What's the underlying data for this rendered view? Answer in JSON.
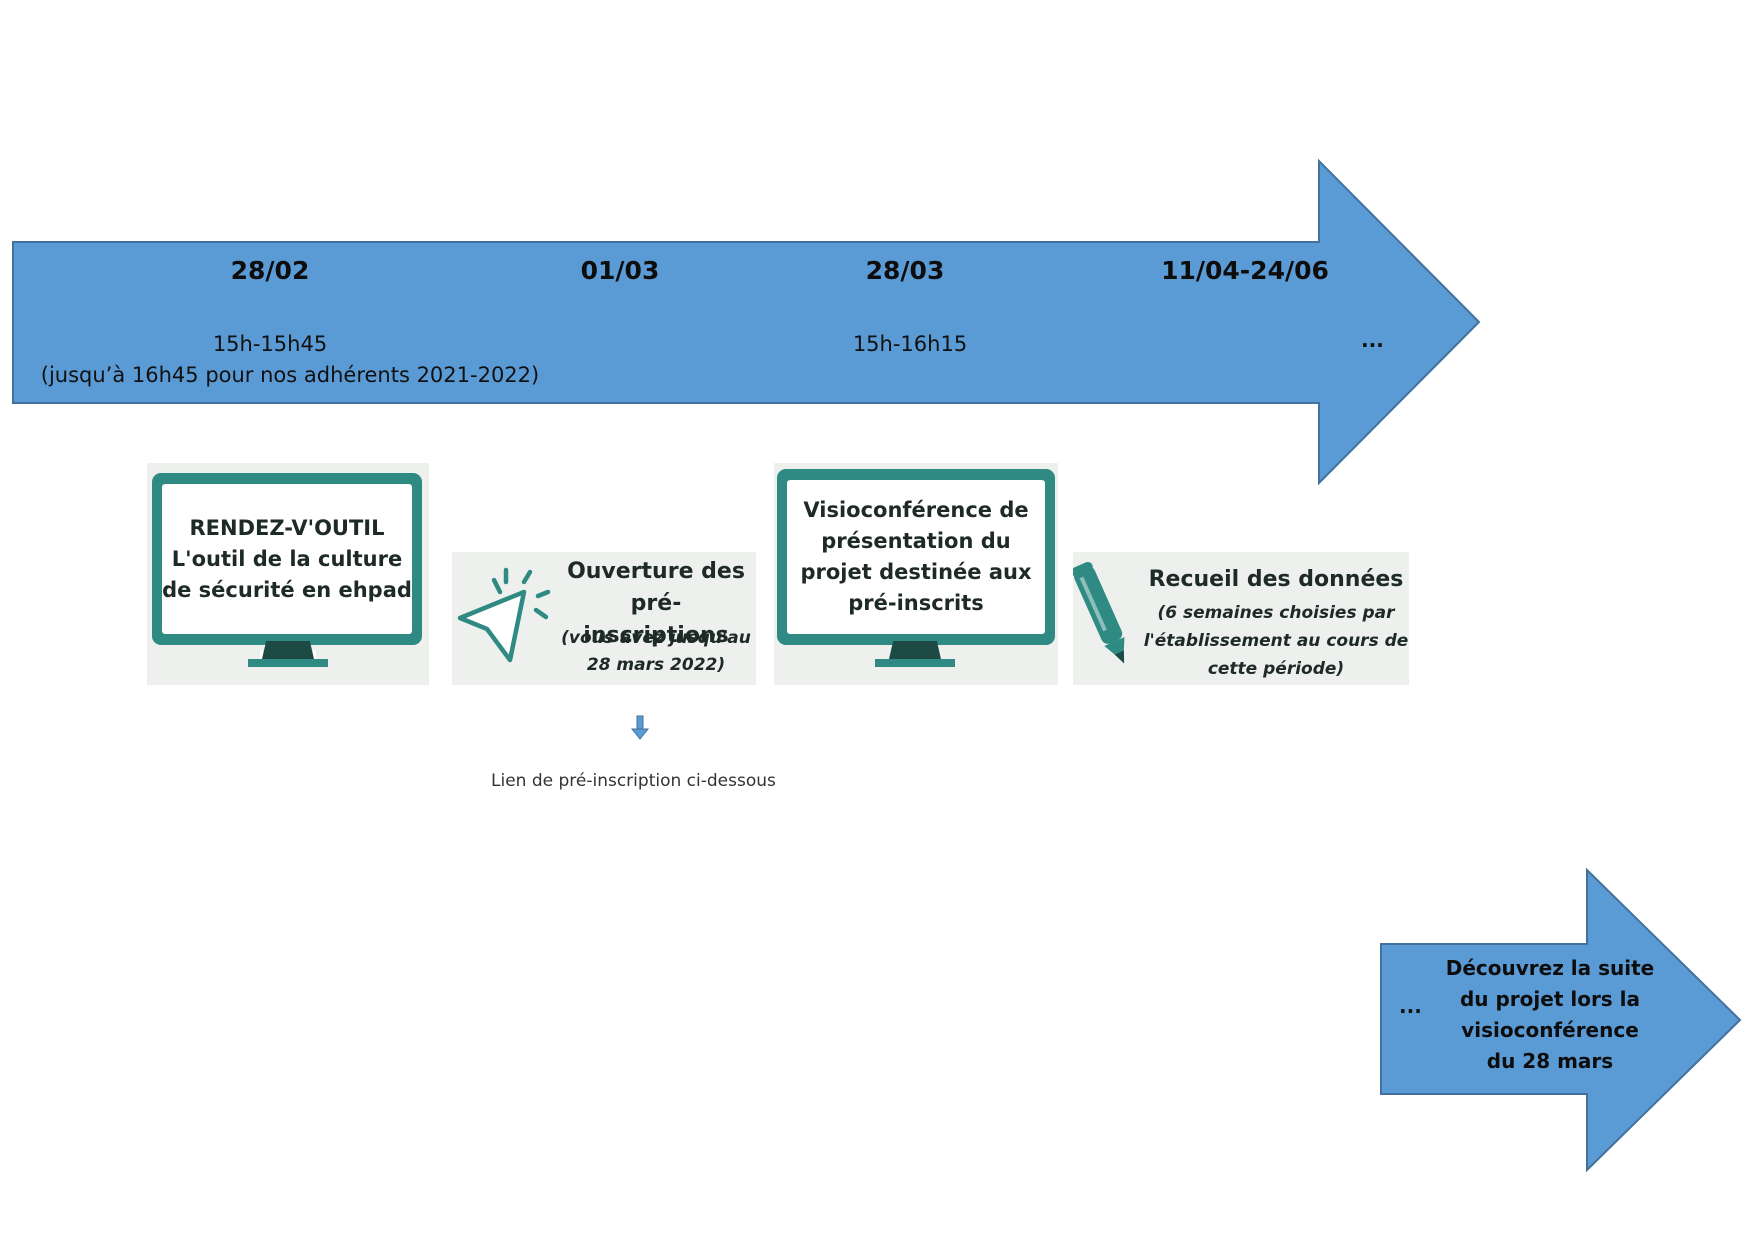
{
  "colors": {
    "arrow_fill": "#5b9bd5",
    "arrow_stroke": "#41719c",
    "teal": "#2f8a83",
    "dark_teal": "#1d4a45",
    "card_bg": "#eef0ee"
  },
  "timeline": {
    "dates": [
      "28/02",
      "01/03",
      "28/03",
      "11/04-24/06"
    ],
    "time_1a": "15h-15h45",
    "time_1b": "(jusqu’à 16h45 pour nos adhérents 2021-2022)",
    "time_3": "15h-16h15",
    "ellipsis": "..."
  },
  "cards": {
    "card1": {
      "icon": "monitor-icon",
      "line1": "RENDEZ-V'OUTIL",
      "line2": "L'outil de la culture",
      "line3": "de sécurité en ehpad"
    },
    "card2": {
      "icon": "cursor-click-icon",
      "title1": "Ouverture des",
      "title2": "pré-inscriptions",
      "note1": "(vous avez jusqu'au",
      "note2": "28 mars 2022)"
    },
    "card3": {
      "icon": "monitor-icon",
      "line1": "Visioconférence de",
      "line2": "présentation du",
      "line3": "projet destinée aux",
      "line4": "pré-inscrits"
    },
    "card4": {
      "icon": "pen-icon",
      "title": "Recueil des données",
      "note1": "(6 semaines choisies par",
      "note2": "l'établissement au cours de",
      "note3": "cette période)"
    }
  },
  "link": {
    "icon": "down-arrow-icon",
    "text": "Lien de pré-inscription ci-dessous"
  },
  "next_arrow": {
    "ellipsis": "...",
    "line1": "Découvrez la suite",
    "line2": "du projet lors la",
    "line3": "visioconférence",
    "line4": "du 28 mars"
  }
}
